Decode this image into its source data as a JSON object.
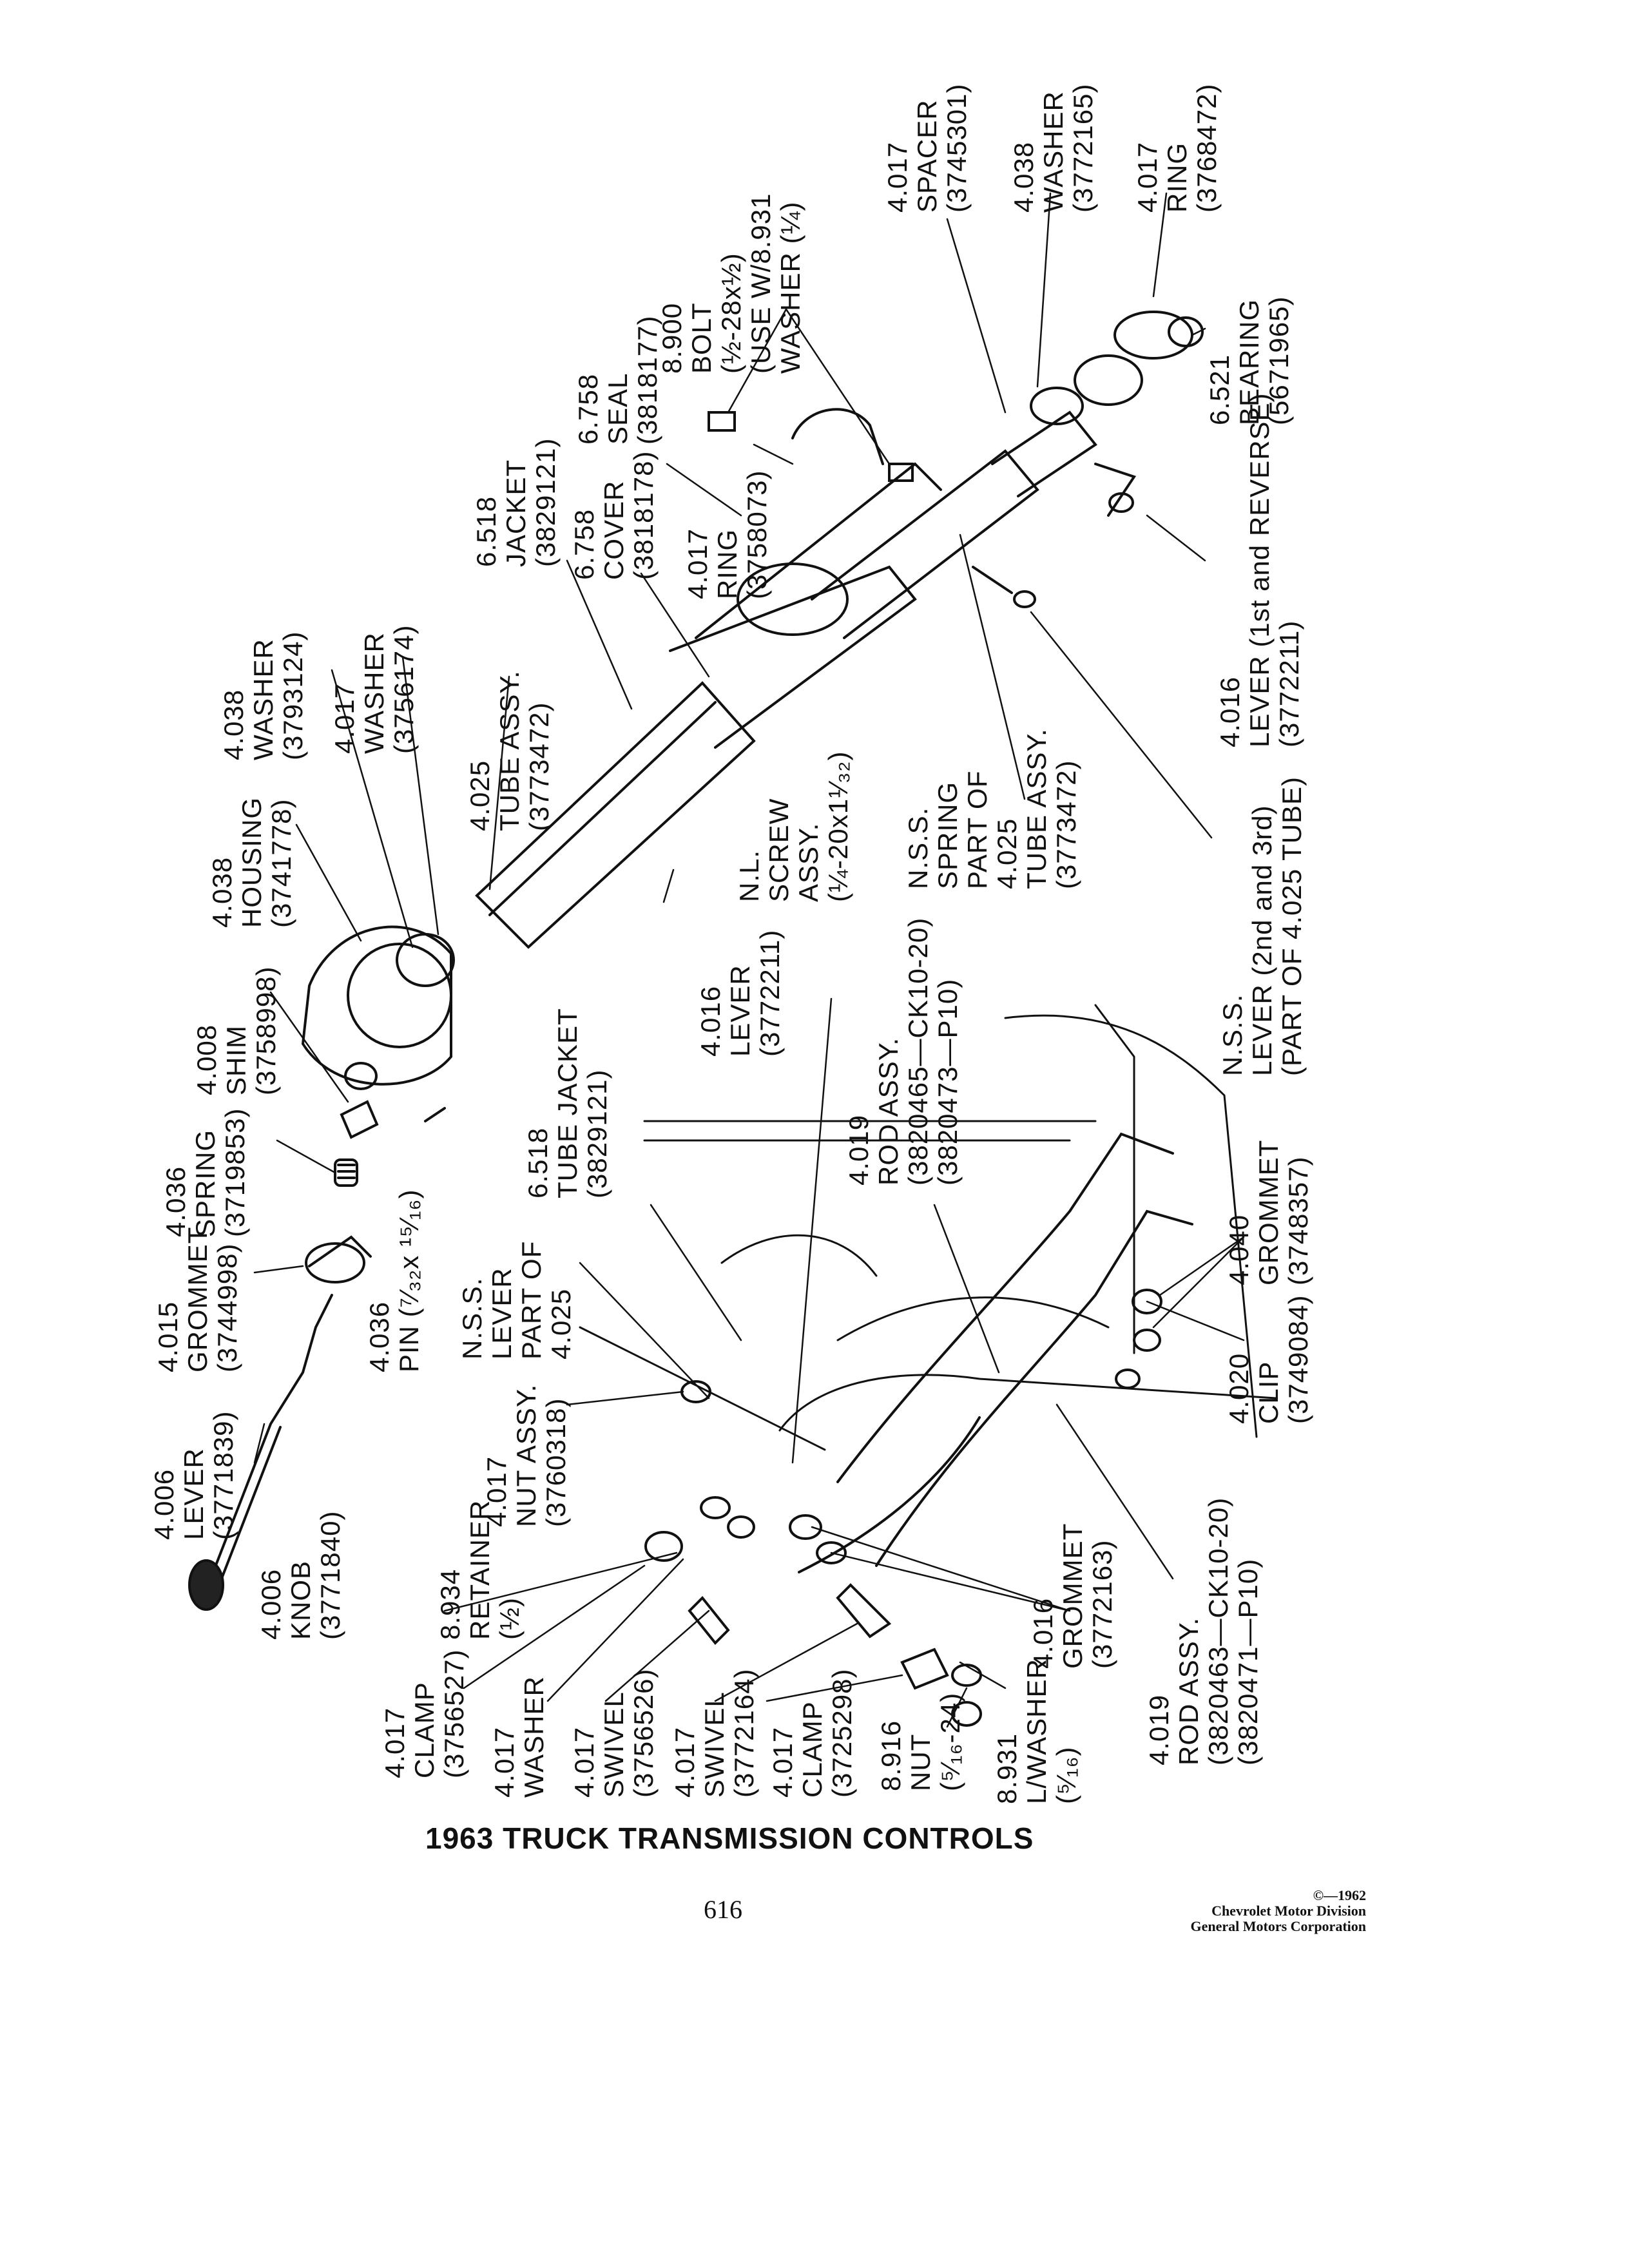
{
  "title": "1963 TRUCK TRANSMISSION CONTROLS",
  "page_number": "616",
  "credit": [
    "©—1962",
    "Chevrolet Motor Division",
    "General Motors Corporation"
  ],
  "labels": {
    "lever_3771839": [
      "4.006",
      "LEVER",
      "(3771839)"
    ],
    "knob_3771840": [
      "4.006",
      "KNOB",
      "(3771840)"
    ],
    "grommet_3744998": [
      "4.015",
      "GROMMET",
      "(3744998)"
    ],
    "spring_3719853": [
      "4.036",
      "SPRING",
      "(3719853)"
    ],
    "pin_4036": [
      "4.036",
      "PIN (⁷⁄₃₂x ¹⁵⁄₁₆)"
    ],
    "shim_3758998": [
      "4.008",
      "SHIM",
      "(3758998)"
    ],
    "housing_3741778": [
      "4.038",
      "HOUSING",
      "(3741778)"
    ],
    "washer_3793124": [
      "4.038",
      "WASHER",
      "(3793124)"
    ],
    "washer_3756174": [
      "4.017",
      "WASHER",
      "(3756174)"
    ],
    "tube_assy_3773472": [
      "4.025",
      "TUBE ASSY.",
      "(3773472)"
    ],
    "jacket_3829121_top": [
      "6.518",
      "JACKET",
      "(3829121)"
    ],
    "cover_3818178": [
      "6.758",
      "COVER",
      "(3818178)"
    ],
    "seal_3818177": [
      "6.758",
      "SEAL",
      "(3818177)"
    ],
    "ring_3758073": [
      "4.017",
      "RING",
      "(3758073)"
    ],
    "bolt_8900": [
      "8.900",
      "BOLT",
      "(½-28x½)",
      "(USE W/8.931",
      "WASHER (¼)"
    ],
    "spacer_3745301": [
      "4.017",
      "SPACER",
      "(3745301)"
    ],
    "washer_3772165": [
      "4.038",
      "WASHER",
      "(3772165)"
    ],
    "ring_3768472": [
      "4.017",
      "RING",
      "(3768472)"
    ],
    "bearing_5671965": [
      "6.521",
      "BEARING",
      "(5671965)"
    ],
    "lever_3772211_right": [
      "4.016",
      "LEVER (1st and REVERSE)",
      "(3772211)"
    ],
    "nss_spring": [
      "N.S.S.",
      "SPRING",
      "PART OF",
      "4.025",
      "TUBE ASSY.",
      "(3773472)"
    ],
    "screw_assy": [
      "N.L.",
      "SCREW",
      "ASSY.",
      "(¼-20x1¹⁄₃₂)"
    ],
    "nss_lever_2nd3rd": [
      "N.S.S.",
      "LEVER (2nd and 3rd)",
      "(PART OF 4.025 TUBE)"
    ],
    "lever_3772211_mid": [
      "4.016",
      "LEVER",
      "(3772211)"
    ],
    "rod_assy_upper": [
      "4.019",
      "ROD ASSY.",
      "(3820465—CK10-20)",
      "(3820473—P10)"
    ],
    "jacket_3829121_mid": [
      "6.518",
      "TUBE JACKET",
      "(3829121)"
    ],
    "nss_lever_tube": [
      "N.S.S.",
      "LEVER",
      "PART OF",
      "4.025"
    ],
    "grommet_3748357": [
      "4.040",
      "GROMMET",
      "(3748357)"
    ],
    "clip_3749084": [
      "4.020",
      "CLIP",
      "(3749084)"
    ],
    "nut_assy_3760318": [
      "4.017",
      "NUT ASSY.",
      "(3760318)"
    ],
    "retainer_8934": [
      "8.934",
      "RETAINER",
      "(½)"
    ],
    "clamp_3756527": [
      "4.017",
      "CLAMP",
      "(3756527)"
    ],
    "washer_4017": [
      "4.017",
      "WASHER"
    ],
    "swivel_3756526": [
      "4.017",
      "SWIVEL",
      "(3756526)"
    ],
    "swivel_3772164": [
      "4.017",
      "SWIVEL",
      "(3772164)"
    ],
    "clamp_3725298": [
      "4.017",
      "CLAMP",
      "(3725298)"
    ],
    "nut_8916": [
      "8.916",
      "NUT",
      "(⁵⁄₁₆-24)"
    ],
    "lwasher_8931": [
      "8.931",
      "L/WASHER",
      "(⁵⁄₁₆)"
    ],
    "grommet_3772163": [
      "4.016",
      "GROMMET",
      "(3772163)"
    ],
    "rod_assy_lower": [
      "4.019",
      "ROD ASSY.",
      "(3820463—CK10-20)",
      "(3820471—P10)"
    ]
  }
}
